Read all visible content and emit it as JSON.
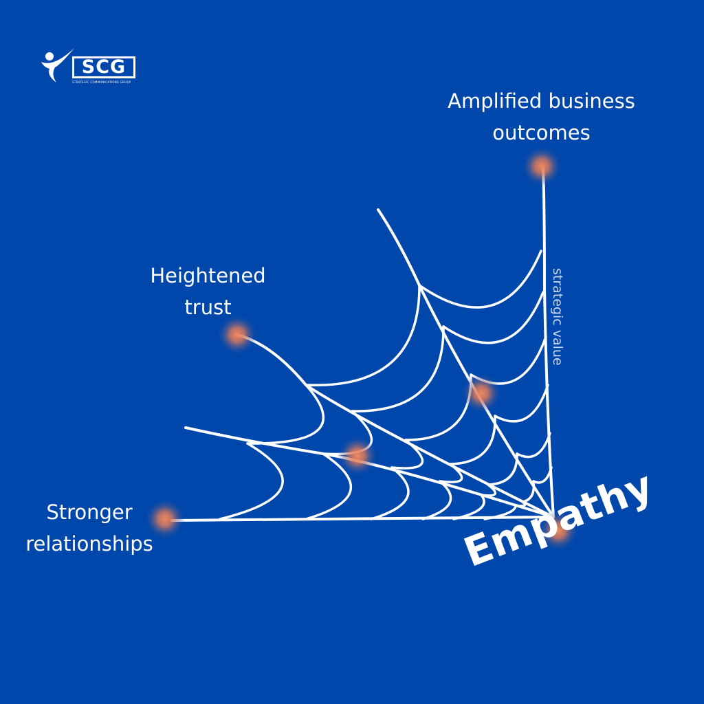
{
  "logo": {
    "initials": "SCG",
    "tagline": "STRATEGIC COMMUNICATIONS GROUP"
  },
  "labels": {
    "amplified": "Amplified business outcomes",
    "amplified_l1": "Amplified business",
    "amplified_l2": "outcomes",
    "trust_l1": "Heightened",
    "trust_l2": "trust",
    "relationships_l1": "Stronger",
    "relationships_l2": "relationships",
    "strategic_value": "strategic value",
    "empathy": "Empathy"
  },
  "colors": {
    "background": "#0047ab",
    "web": "#ffffff",
    "glow": "#f08a5d"
  }
}
